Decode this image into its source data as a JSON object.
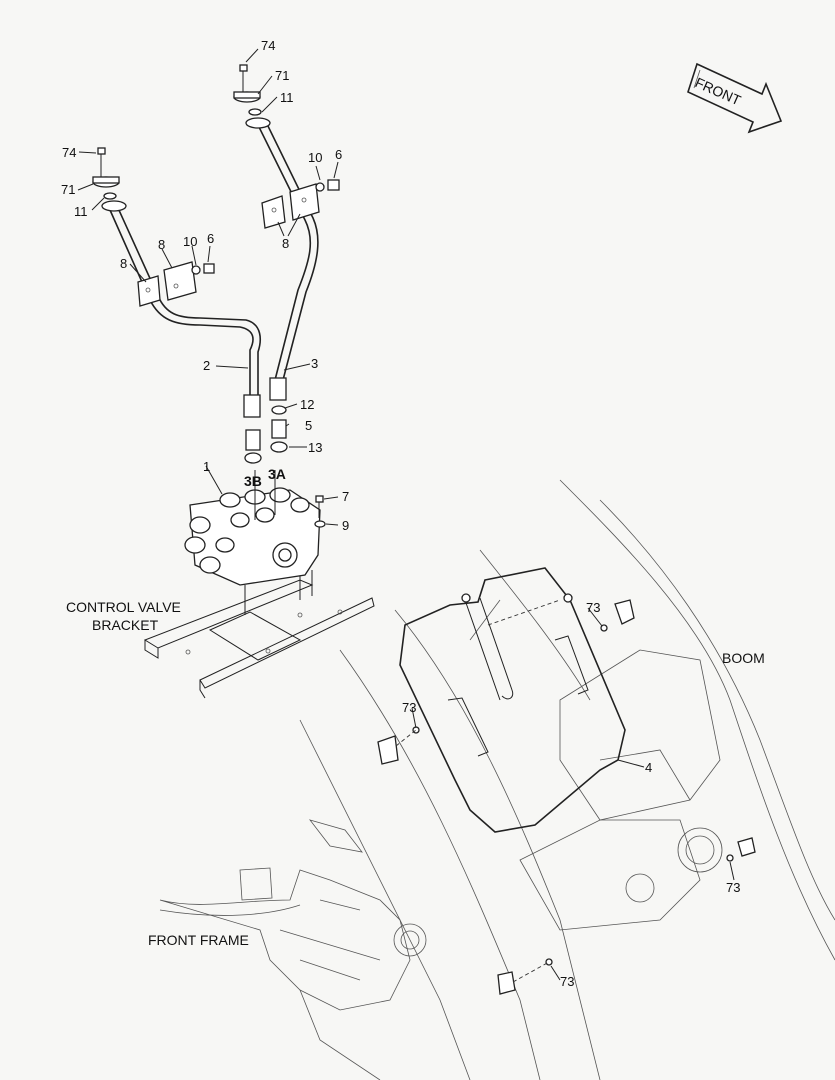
{
  "direction_arrow": {
    "label": "FRONT"
  },
  "labels": {
    "control_valve_bracket_line1": "CONTROL VALVE",
    "control_valve_bracket_line2": "BRACKET",
    "boom": "BOOM",
    "front_frame": "FRONT FRAME"
  },
  "callouts": {
    "p74a": "74",
    "p71a": "71",
    "p11a": "11",
    "p74b": "74",
    "p71b": "71",
    "p11b": "11",
    "p10a": "10",
    "p6a": "6",
    "p8a": "8",
    "p10b": "10",
    "p6b": "6",
    "p8b": "8",
    "p8c": "8",
    "p2": "2",
    "p3": "3",
    "p12": "12",
    "p5": "5",
    "p13": "13",
    "p1": "1",
    "p3b": "3B",
    "p3a": "3A",
    "p7": "7",
    "p9": "9",
    "p73a": "73",
    "p73b": "73",
    "p73c": "73",
    "p73d": "73",
    "p4": "4"
  }
}
